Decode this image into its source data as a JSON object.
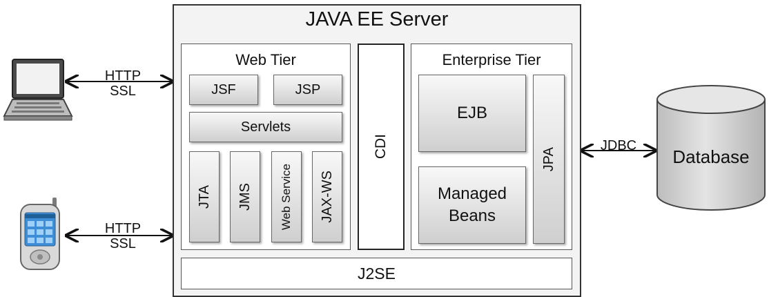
{
  "server": {
    "title": "JAVA EE Server"
  },
  "web_tier": {
    "title": "Web Tier",
    "jsf": "JSF",
    "jsp": "JSP",
    "servlets": "Servlets",
    "jta": "JTA",
    "jms": "JMS",
    "web_service": "Web Service",
    "jax_ws": "JAX-WS"
  },
  "cdi": "CDI",
  "enterprise_tier": {
    "title": "Enterprise Tier",
    "ejb": "EJB",
    "managed_beans_line1": "Managed",
    "managed_beans_line2": "Beans",
    "jpa": "JPA"
  },
  "j2se": "J2SE",
  "connections": {
    "laptop": {
      "line1": "HTTP",
      "line2": "SSL"
    },
    "phone": {
      "line1": "HTTP",
      "line2": "SSL"
    },
    "db": "JDBC"
  },
  "database": {
    "label": "Database"
  },
  "icons": [
    "laptop-icon",
    "phone-icon",
    "database-icon"
  ]
}
